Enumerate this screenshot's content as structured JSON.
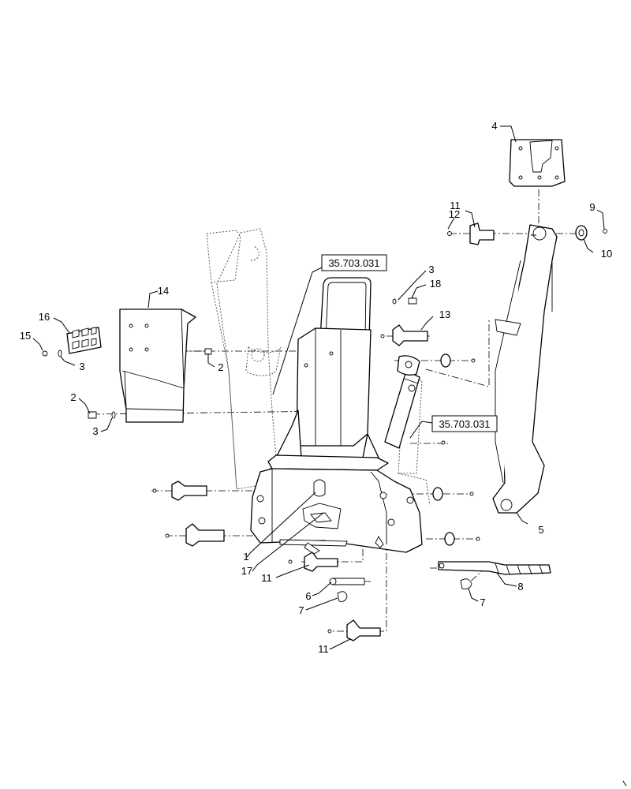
{
  "diagram": {
    "callouts": {
      "c1": "1",
      "c2a": "2",
      "c2b": "2",
      "c3a": "3",
      "c3b": "3",
      "c3c": "3",
      "c4": "4",
      "c5": "5",
      "c6": "6",
      "c7a": "7",
      "c7b": "7",
      "c8": "8",
      "c9": "9",
      "c10": "10",
      "c11a": "11",
      "c11b": "11",
      "c11c": "11",
      "c12": "12",
      "c13": "13",
      "c14": "14",
      "c15": "15",
      "c16": "16",
      "c17": "17",
      "c18": "18"
    },
    "references": {
      "ref_upper": "35.703.031",
      "ref_lower": "35.703.031"
    }
  }
}
